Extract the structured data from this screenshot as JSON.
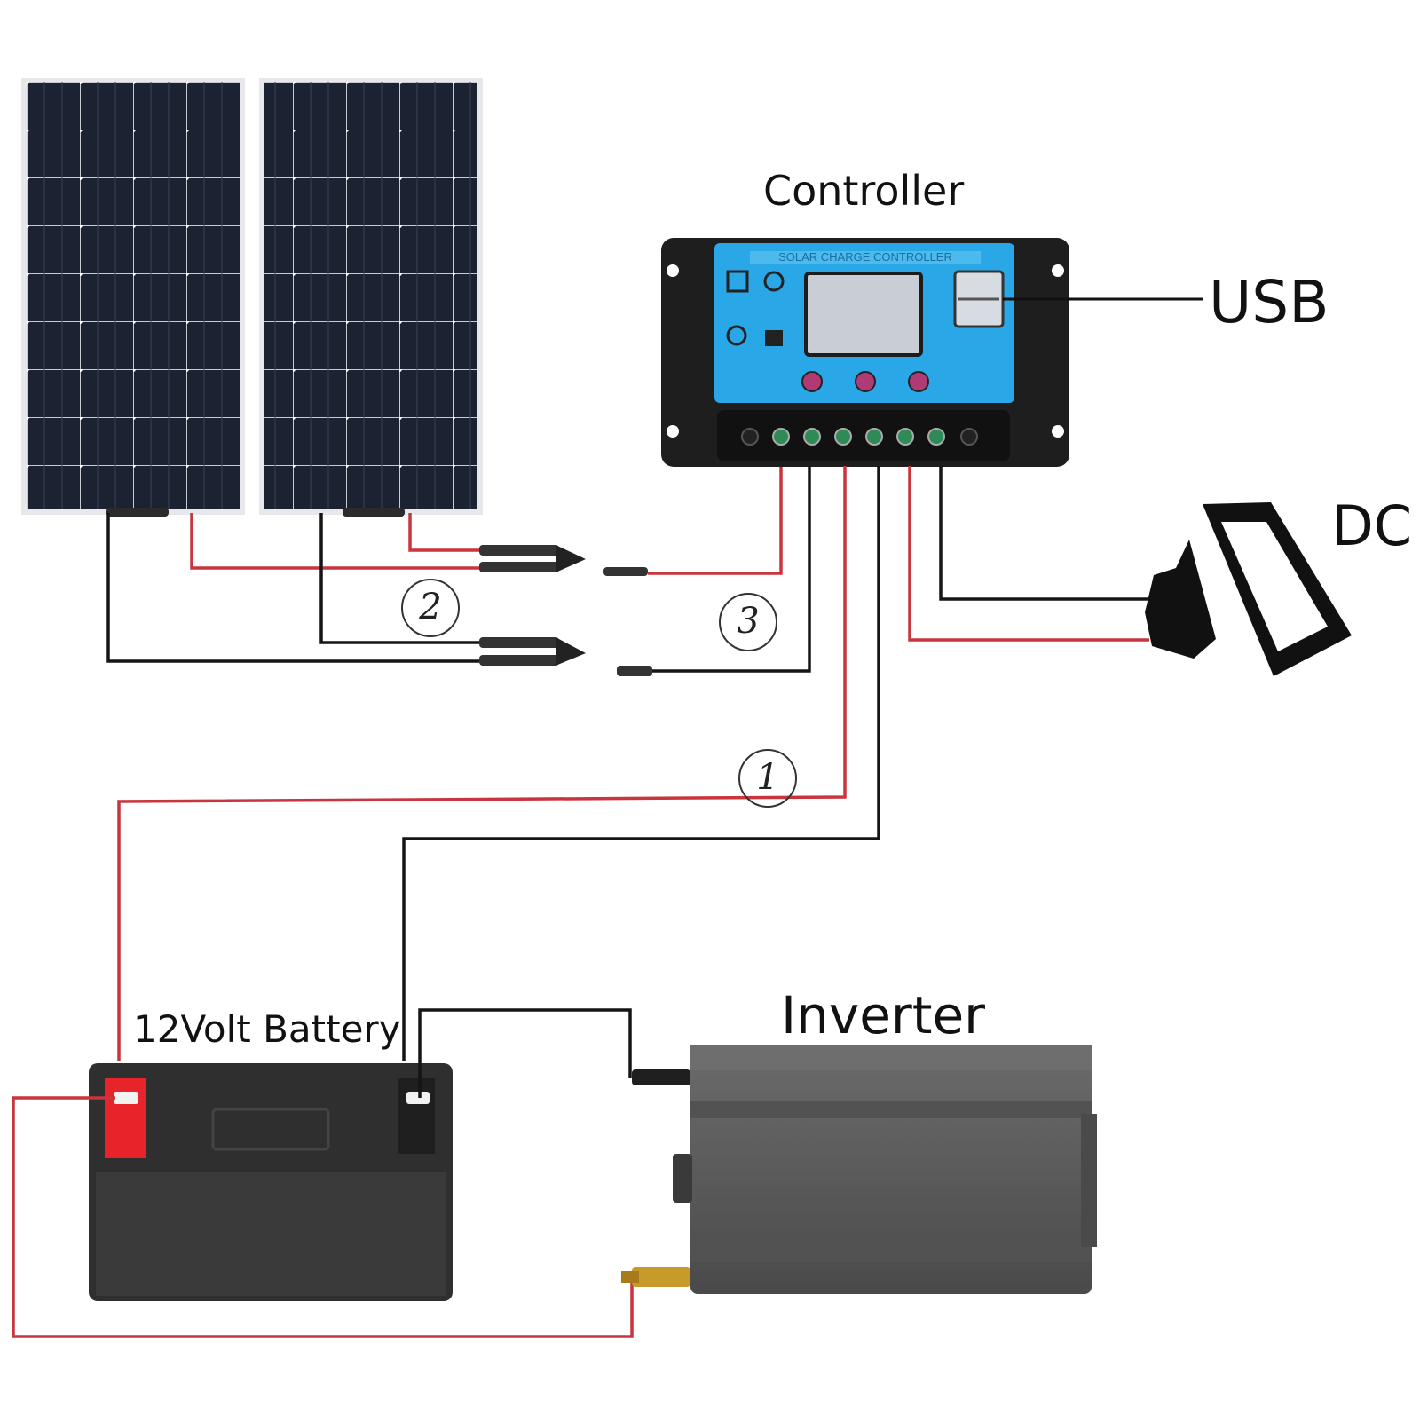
{
  "labels": {
    "controller": "Controller",
    "usb": "USB",
    "dc": "DC",
    "inverter": "Inverter",
    "battery": "12Volt Battery",
    "controller_banner": "SOLAR CHARGE CONTROLLER"
  },
  "connection_numbers": [
    "1",
    "2",
    "3"
  ],
  "colors": {
    "positive_wire": "#c9343d",
    "negative_wire": "#151515",
    "panel_cell": "#1b2231",
    "controller_face": "#2aa7e6",
    "inverter_body": "#5a5a5a",
    "battery_terminal_positive": "#e8242a"
  },
  "icons": [
    "solar-panel-icon",
    "charge-controller-icon",
    "dc-lamp-icon",
    "battery-icon",
    "inverter-icon"
  ]
}
